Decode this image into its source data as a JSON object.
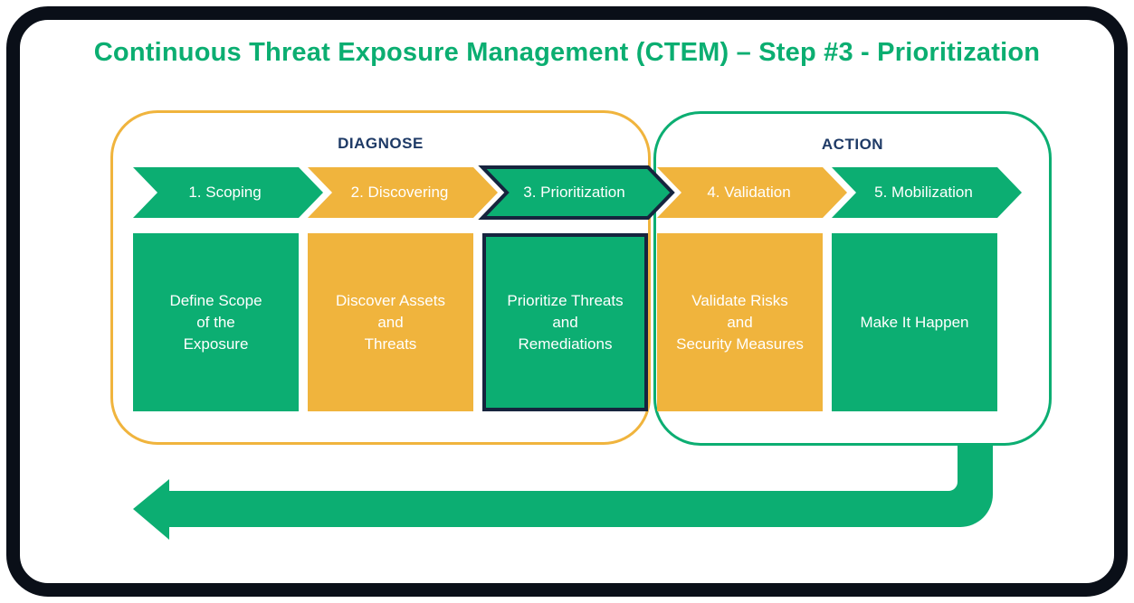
{
  "title": "Continuous Threat Exposure Management (CTEM) – Step #3 - Prioritization",
  "colors": {
    "green": "#0cae72",
    "yellow": "#f0b43d",
    "highlight_border_navy": "#16243e",
    "group_label_navy": "#1e3a66",
    "frame_border": "#0a0f18",
    "title_green": "#0bae71",
    "box_text": "#ffffff"
  },
  "groups": [
    {
      "label": "DIAGNOSE",
      "border_color": "#f0b43d"
    },
    {
      "label": "ACTION",
      "border_color": "#0cae72"
    }
  ],
  "steps": [
    {
      "chevron": "1. Scoping",
      "color": "green",
      "highlighted": false,
      "group": "DIAGNOSE",
      "box_lines": [
        "Define Scope",
        "of the",
        "Exposure"
      ]
    },
    {
      "chevron": "2. Discovering",
      "color": "yellow",
      "highlighted": false,
      "group": "DIAGNOSE",
      "box_lines": [
        "Discover Assets",
        "and",
        "Threats"
      ]
    },
    {
      "chevron": "3. Prioritization",
      "color": "green",
      "highlighted": true,
      "group": "DIAGNOSE",
      "box_lines": [
        "Prioritize Threats",
        "and",
        "Remediations"
      ]
    },
    {
      "chevron": "4. Validation",
      "color": "yellow",
      "highlighted": false,
      "group": "ACTION",
      "box_lines": [
        "Validate Risks",
        "and",
        "Security Measures"
      ]
    },
    {
      "chevron": "5. Mobilization",
      "color": "green",
      "highlighted": false,
      "group": "ACTION",
      "box_lines": [
        "Make It Happen"
      ]
    }
  ],
  "loop_arrow": {
    "meaning": "cycle back from Mobilization to Scoping",
    "color": "#0cae72"
  }
}
